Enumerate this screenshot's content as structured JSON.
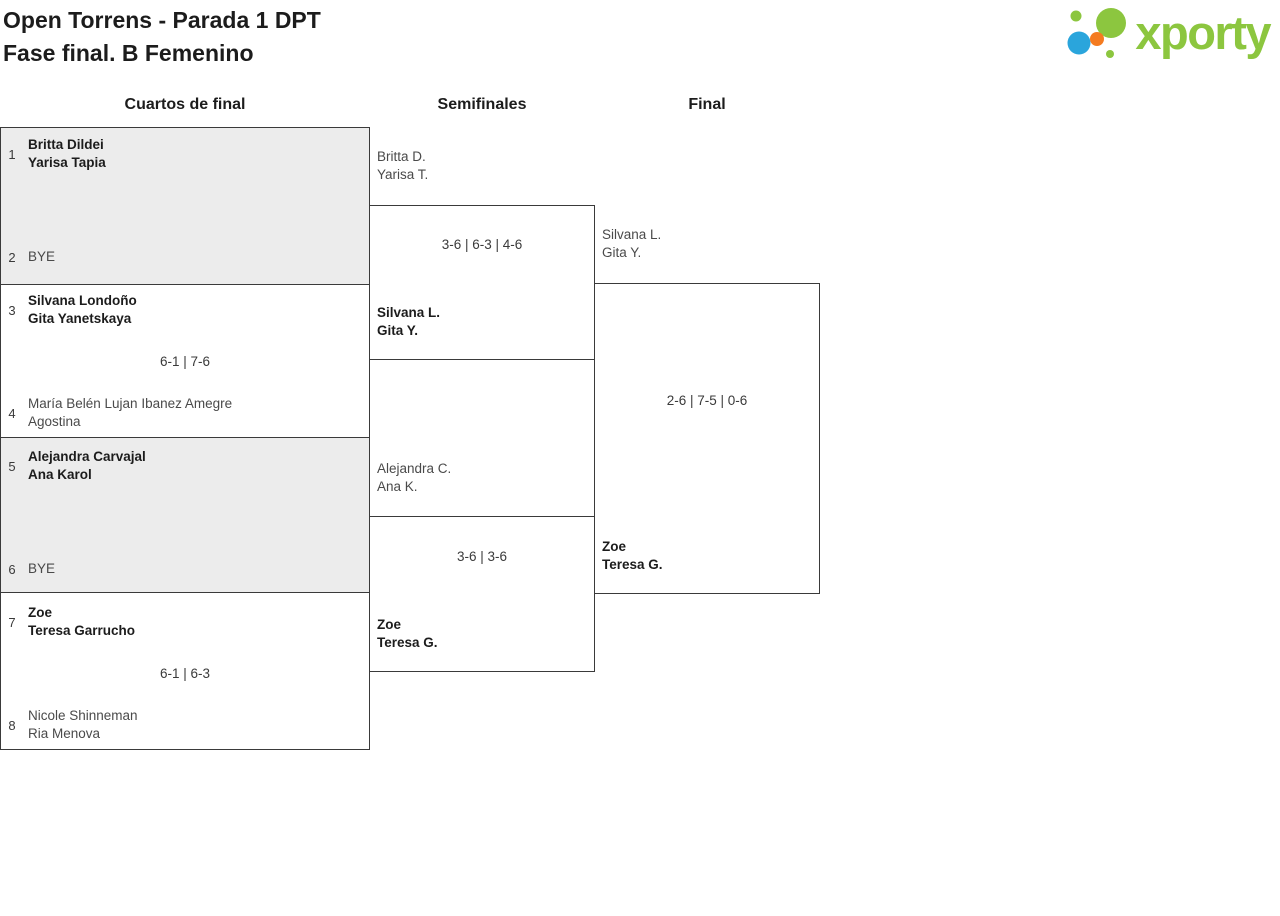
{
  "header": {
    "title": "Open Torrens - Parada 1 DPT",
    "subtitle": "Fase final. B Femenino",
    "logo_text": "xporty"
  },
  "round_headers": {
    "quarterfinals": "Cuartos de final",
    "semifinals": "Semifinales",
    "final": "Final"
  },
  "bracket": {
    "quarterfinals": [
      {
        "top": {
          "seed": "1",
          "name_line1": "Britta Dildei",
          "name_line2": "Yarisa Tapia"
        },
        "bottom": {
          "seed": "2",
          "name_line1": "BYE",
          "name_line2": ""
        },
        "score": "",
        "winner": "top",
        "bye": true
      },
      {
        "top": {
          "seed": "3",
          "name_line1": "Silvana Londoño",
          "name_line2": "Gita Yanetskaya"
        },
        "bottom": {
          "seed": "4",
          "name_line1": "María Belén Lujan Ibanez Amegre",
          "name_line2": "Agostina"
        },
        "score": "6-1 | 7-6",
        "winner": "top",
        "bye": false
      },
      {
        "top": {
          "seed": "5",
          "name_line1": "Alejandra Carvajal",
          "name_line2": "Ana Karol"
        },
        "bottom": {
          "seed": "6",
          "name_line1": "BYE",
          "name_line2": ""
        },
        "score": "",
        "winner": "top",
        "bye": true
      },
      {
        "top": {
          "seed": "7",
          "name_line1": "Zoe",
          "name_line2": "Teresa Garrucho"
        },
        "bottom": {
          "seed": "8",
          "name_line1": "Nicole Shinneman",
          "name_line2": "Ria Menova"
        },
        "score": "6-1 | 6-3",
        "winner": "top",
        "bye": false
      }
    ],
    "semifinals": [
      {
        "top": {
          "name_line1": "Britta D.",
          "name_line2": "Yarisa T."
        },
        "bottom": {
          "name_line1": "Silvana L.",
          "name_line2": "Gita Y."
        },
        "score": "3-6 | 6-3 | 4-6",
        "winner": "bottom"
      },
      {
        "top": {
          "name_line1": "Alejandra C.",
          "name_line2": "Ana K."
        },
        "bottom": {
          "name_line1": "Zoe",
          "name_line2": "Teresa G."
        },
        "score": "3-6 | 3-6",
        "winner": "bottom"
      }
    ],
    "final": {
      "top": {
        "name_line1": "Silvana L.",
        "name_line2": "Gita Y."
      },
      "bottom": {
        "name_line1": "Zoe",
        "name_line2": "Teresa G."
      },
      "score": "2-6 | 7-5 | 0-6",
      "winner": "bottom"
    }
  },
  "colors": {
    "bye_match_bg": "#ececec",
    "box_border": "#3a3a3a",
    "logo_green": "#8CC63F",
    "logo_blue": "#2AA5DC",
    "logo_orange": "#F47B20"
  }
}
